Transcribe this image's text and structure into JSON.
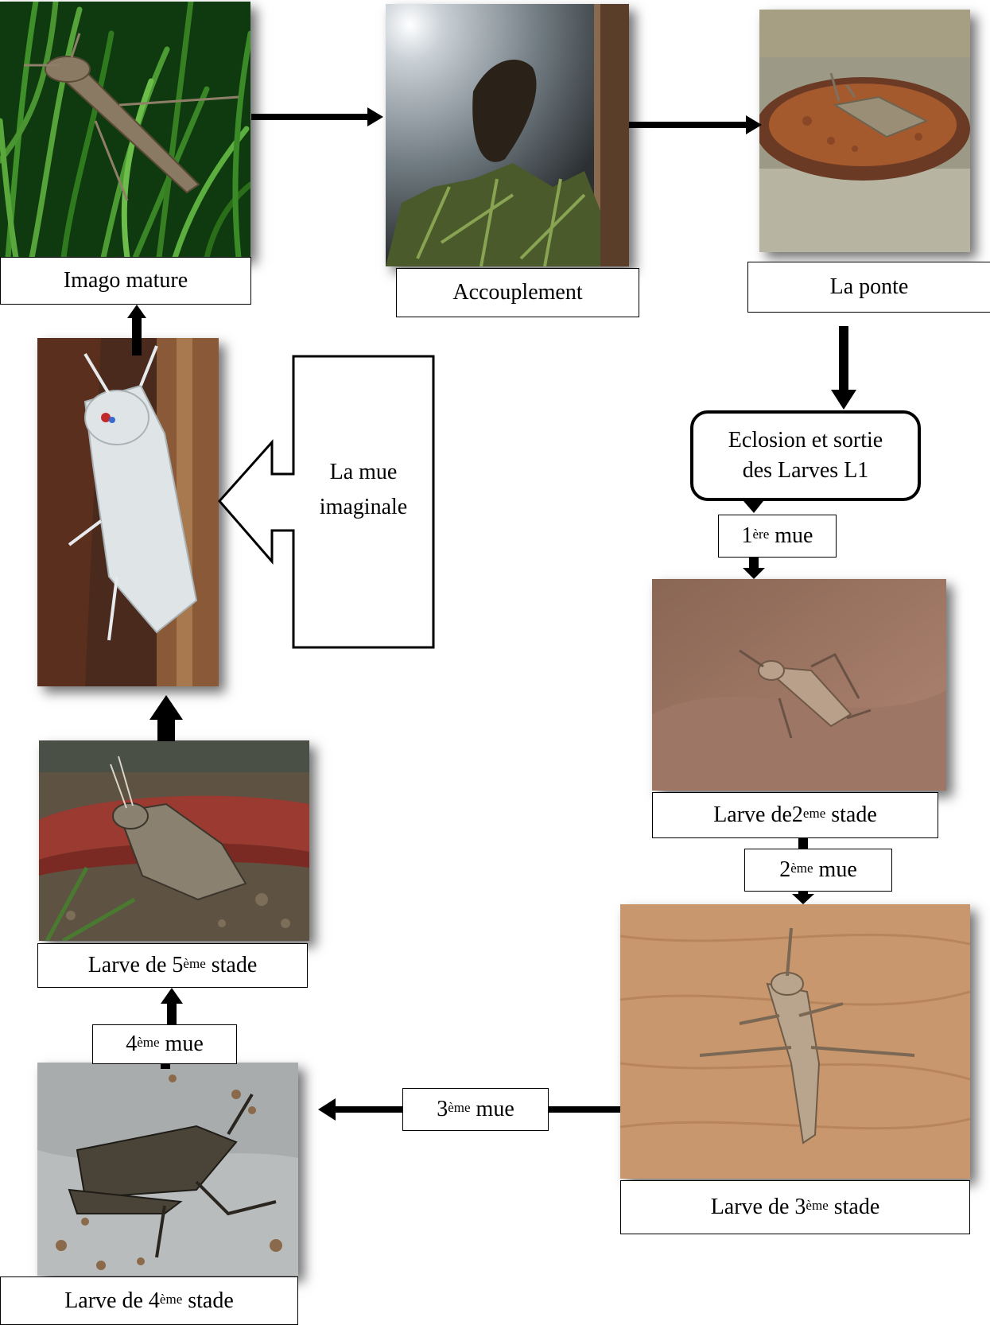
{
  "stages": {
    "imago_mature": "Imago mature",
    "accouplement": "Accouplement",
    "la_ponte": "La ponte",
    "eclosion_line1": "Eclosion et sortie",
    "eclosion_line2": "des Larves L1",
    "mue_1_num": "1",
    "mue_1_sup": "ère",
    "mue_1_word": " mue",
    "larve2_prefix": "Larve de2",
    "larve2_sup": "eme",
    "larve2_suffix": " stade",
    "mue_2_num": "2",
    "mue_2_sup": "ème",
    "mue_2_word": " mue",
    "larve3_prefix": "Larve de 3",
    "larve3_sup": "ème",
    "larve3_suffix": " stade",
    "mue_3_num": "3",
    "mue_3_sup": "ème",
    "mue_3_word": " mue",
    "larve4_prefix": "Larve de 4",
    "larve4_sup": "ème",
    "larve4_suffix": " stade",
    "mue_4_num": "4",
    "mue_4_sup": "ème",
    "mue_4_word": " mue",
    "larve5_prefix": "Larve de 5",
    "larve5_sup": "ème",
    "larve5_suffix": " stade",
    "mue_imaginale_line1": "La mue",
    "mue_imaginale_line2": "imaginale"
  }
}
